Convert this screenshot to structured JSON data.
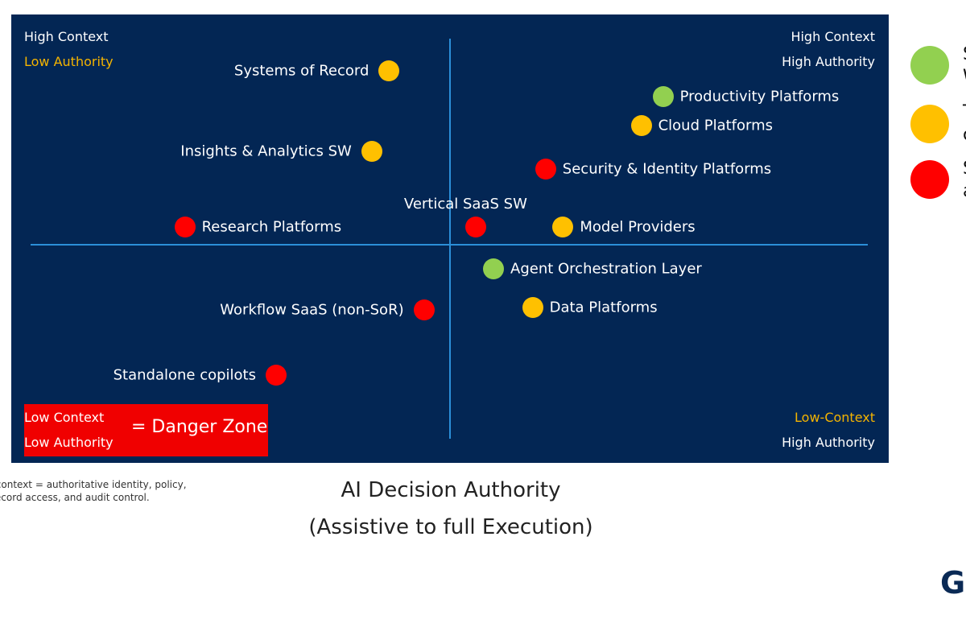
{
  "chart_data": {
    "type": "scatter",
    "xlabel": [
      "AI Decision Authority",
      "(Assistive to full Execution)"
    ],
    "quadrant_labels": {
      "top_left": [
        "High Context",
        "Low Authority"
      ],
      "top_right": [
        "High Context",
        "High Authority"
      ],
      "bottom_left": [
        "Low Context",
        "Low Authority"
      ],
      "bottom_right": [
        "Low-Context",
        "High Authority"
      ]
    },
    "danger_zone_label": "= Danger Zone",
    "points": [
      {
        "label": "Systems of Record",
        "x": -0.14,
        "y": 0.8,
        "status": "yellow"
      },
      {
        "label": "Productivity Platforms",
        "x": 0.49,
        "y": 0.68,
        "status": "green"
      },
      {
        "label": "Cloud Platforms",
        "x": 0.44,
        "y": 0.55,
        "status": "yellow"
      },
      {
        "label": "Insights & Analytics SW",
        "x": -0.18,
        "y": 0.43,
        "status": "yellow"
      },
      {
        "label": "Security & Identity Platforms",
        "x": 0.22,
        "y": 0.35,
        "status": "red"
      },
      {
        "label": "Vertical SaaS SW",
        "x": 0.06,
        "y": 0.08,
        "status": "red"
      },
      {
        "label": "Research Platforms",
        "x": -0.61,
        "y": 0.08,
        "status": "red"
      },
      {
        "label": "Model Providers",
        "x": 0.26,
        "y": 0.08,
        "status": "yellow"
      },
      {
        "label": "Agent Orchestration Layer",
        "x": 0.1,
        "y": -0.11,
        "status": "green"
      },
      {
        "label": "Workflow SaaS (non-SoR)",
        "x": -0.06,
        "y": -0.3,
        "status": "red"
      },
      {
        "label": "Data Platforms",
        "x": 0.19,
        "y": -0.29,
        "status": "yellow"
      },
      {
        "label": "Standalone copilots",
        "x": -0.4,
        "y": -0.6,
        "status": "red"
      }
    ],
    "status_colors": {
      "green": "#92d050",
      "yellow": "#ffc000",
      "red": "#ff0000"
    },
    "xlim": [
      -1,
      1
    ],
    "ylim": [
      -1,
      1
    ]
  },
  "footnote": [
    "ise context = authoritative identity, policy,",
    "of-record access, and audit control."
  ],
  "source": "ner",
  "legend": [
    {
      "status": "green",
      "lines": [
        "S",
        "W"
      ]
    },
    {
      "status": "yellow",
      "lines": [
        "T",
        "c"
      ]
    },
    {
      "status": "red",
      "lines": [
        "S",
        "a"
      ]
    }
  ],
  "brand": "G"
}
